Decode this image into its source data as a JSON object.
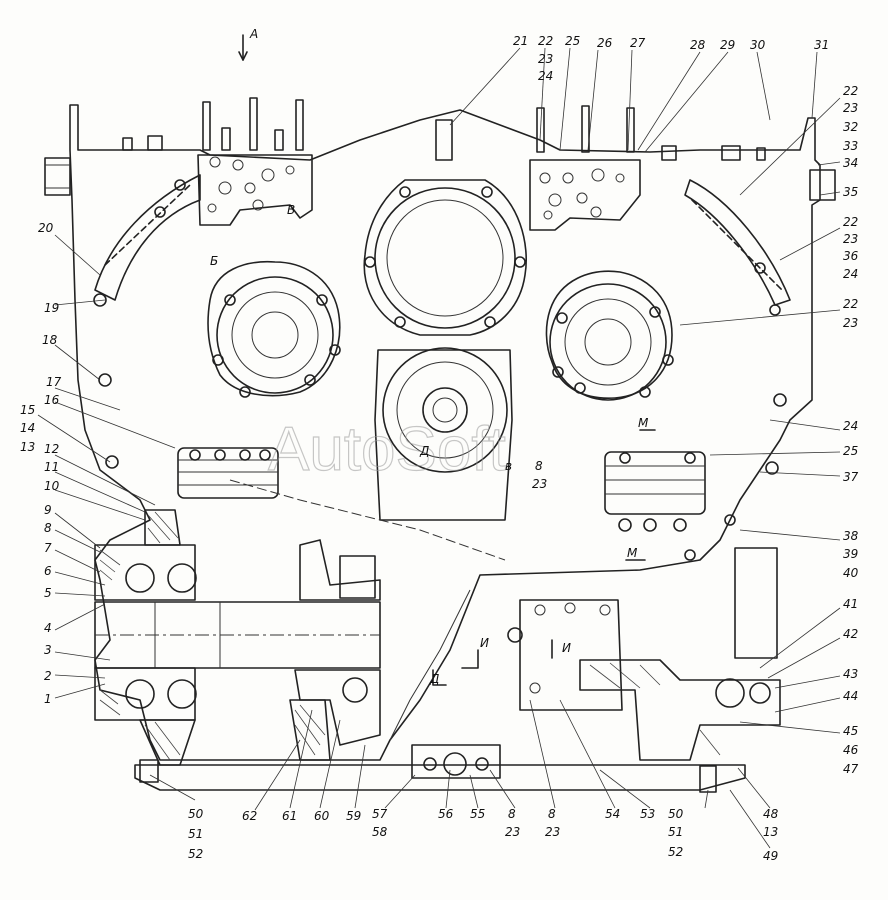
{
  "watermark": "AutoSoft",
  "view_labels": {
    "arrow_a": "A",
    "b": "Б",
    "v": "В",
    "m_top": "М",
    "m_bottom": "М",
    "d_left": "Д",
    "d_mid": "Д",
    "i_left": "И",
    "i_right": "И",
    "v_small": "в"
  },
  "callouts": {
    "top": [
      "21",
      "22",
      "23",
      "24",
      "25",
      "26",
      "27",
      "28",
      "29",
      "30",
      "31"
    ],
    "right": [
      "22",
      "23",
      "32",
      "33",
      "34",
      "35",
      "22",
      "23",
      "36",
      "24",
      "22",
      "23",
      "24",
      "25",
      "37",
      "38",
      "39",
      "40",
      "41",
      "42",
      "43",
      "44",
      "45",
      "46",
      "47"
    ],
    "left": [
      "20",
      "19",
      "18",
      "17",
      "16",
      "15",
      "14",
      "13",
      "12",
      "11",
      "10",
      "9",
      "8",
      "7",
      "6",
      "5",
      "4",
      "3",
      "2",
      "1"
    ],
    "bottom": [
      "50",
      "51",
      "52",
      "62",
      "61",
      "60",
      "59",
      "57",
      "58",
      "56",
      "55",
      "8",
      "23",
      "8",
      "23",
      "54",
      "53",
      "50",
      "51",
      "52",
      "48",
      "13",
      "49"
    ],
    "center": [
      "8",
      "23"
    ]
  }
}
